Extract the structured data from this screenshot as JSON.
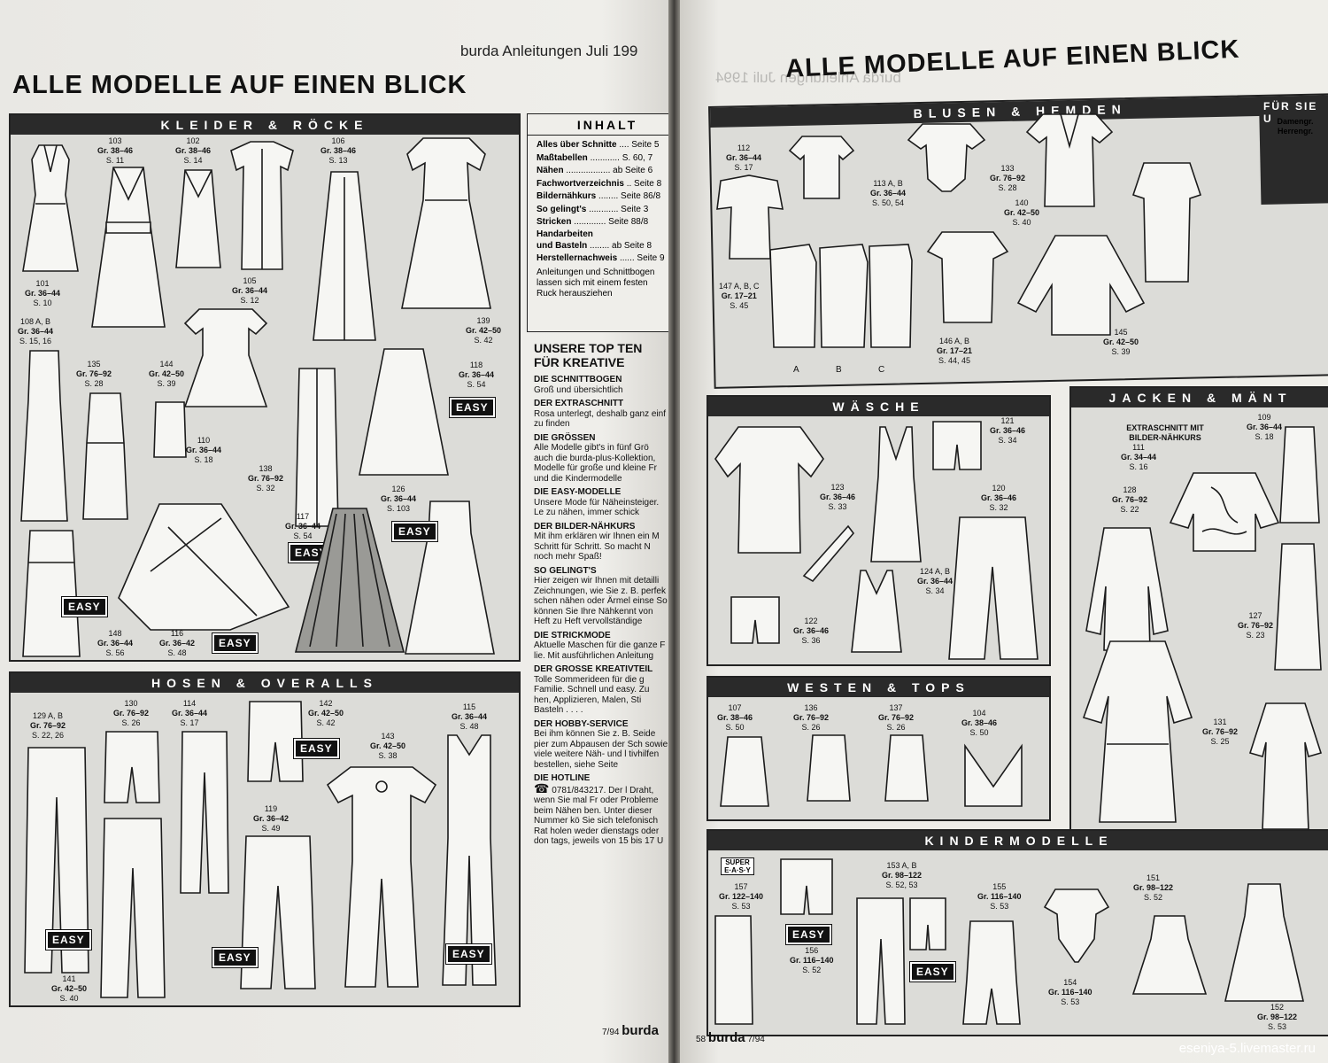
{
  "left_page": {
    "header": "burda Anleitungen Juli 199",
    "title": "ALLE MODELLE AUF EINEN BLICK",
    "sections": {
      "kleider": "KLEIDER & RÖCKE",
      "hosen": "HOSEN & OVERALLS"
    },
    "items": [
      {
        "num": "101",
        "gr": "Gr. 36–44",
        "pg": "S. 10"
      },
      {
        "num": "103",
        "gr": "Gr. 38–46",
        "pg": "S. 11"
      },
      {
        "num": "102",
        "gr": "Gr. 38–46",
        "pg": "S. 14"
      },
      {
        "num": "105",
        "gr": "Gr. 36–44",
        "pg": "S. 12"
      },
      {
        "num": "106",
        "gr": "Gr. 38–46",
        "pg": "S. 13"
      },
      {
        "num": "108 A, B",
        "gr": "Gr. 36–44",
        "pg": "S. 15, 16"
      },
      {
        "num": "135",
        "gr": "Gr. 76–92",
        "pg": "S. 28"
      },
      {
        "num": "144",
        "gr": "Gr. 42–50",
        "pg": "S. 39"
      },
      {
        "num": "110",
        "gr": "Gr. 36–44",
        "pg": "S. 18"
      },
      {
        "num": "138",
        "gr": "Gr. 76–92",
        "pg": "S. 32"
      },
      {
        "num": "139",
        "gr": "Gr. 42–50",
        "pg": "S. 42"
      },
      {
        "num": "118",
        "gr": "Gr. 36–44",
        "pg": "S. 54"
      },
      {
        "num": "117",
        "gr": "Gr. 36–44",
        "pg": "S. 54"
      },
      {
        "num": "126",
        "gr": "Gr. 36–44",
        "pg": "S. 103"
      },
      {
        "num": "148",
        "gr": "Gr. 36–44",
        "pg": "S. 56"
      },
      {
        "num": "116",
        "gr": "Gr. 36–42",
        "pg": "S. 48"
      },
      {
        "num": "129 A, B",
        "gr": "Gr. 76–92",
        "pg": "S. 22, 26"
      },
      {
        "num": "130",
        "gr": "Gr. 76–92",
        "pg": "S. 26"
      },
      {
        "num": "114",
        "gr": "Gr. 36–44",
        "pg": "S. 17"
      },
      {
        "num": "142",
        "gr": "Gr. 42–50",
        "pg": "S. 42"
      },
      {
        "num": "143",
        "gr": "Gr. 42–50",
        "pg": "S. 38"
      },
      {
        "num": "115",
        "gr": "Gr. 36–44",
        "pg": "S. 48"
      },
      {
        "num": "119",
        "gr": "Gr. 36–42",
        "pg": "S. 49"
      },
      {
        "num": "141",
        "gr": "Gr. 42–50",
        "pg": "S. 40"
      }
    ],
    "easy_label": "EASY",
    "inhalt": {
      "title": "INHALT",
      "entries": [
        {
          "label": "Alles über Schnitte",
          "page": ".... Seite 5"
        },
        {
          "label": "Maßtabellen",
          "page": "............ S. 60, 7"
        },
        {
          "label": "Nähen",
          "page": ".................. ab Seite 6"
        },
        {
          "label": "Fachwortverzeichnis",
          "page": ".. Seite 8"
        },
        {
          "label": "Bildernähkurs",
          "page": "........ Seite 86/8"
        },
        {
          "label": "So gelingt's",
          "page": "............ Seite 3"
        },
        {
          "label": "Stricken",
          "page": "............. Seite 88/8"
        },
        {
          "label": "Handarbeiten",
          "page": ""
        },
        {
          "label": "und Basteln",
          "page": "........ ab Seite 8"
        },
        {
          "label": "Herstellernachweis",
          "page": "...... Seite 9"
        }
      ],
      "note": "Anleitungen und Schnittbogen lassen sich mit einem festen Ruck herausziehen"
    },
    "topten": {
      "title": "UNSERE TOP TEN FÜR KREATIVE",
      "entries": [
        {
          "h": "DIE SCHNITTBOGEN",
          "t": "Groß und übersichtlich"
        },
        {
          "h": "DER EXTRASCHNITT",
          "t": "Rosa unterlegt, deshalb ganz einf zu finden"
        },
        {
          "h": "DIE GRÖSSEN",
          "t": "Alle Modelle gibt's in fünf Grö auch die burda-plus-Kollektion, Modelle für große und kleine Fr und die Kindermodelle"
        },
        {
          "h": "DIE EASY-MODELLE",
          "t": "Unsere Mode für Näheinsteiger. Le zu nähen, immer schick"
        },
        {
          "h": "DER BILDER-NÄHKURS",
          "t": "Mit ihm erklären wir Ihnen ein M Schritt für Schritt. So macht N noch mehr Spaß!"
        },
        {
          "h": "SO GELINGT'S",
          "t": "Hier zeigen wir Ihnen mit detailli Zeichnungen, wie Sie z. B. perfek schen nähen oder Ärmel einse So können Sie Ihre Nähkennt von Heft zu Heft vervollständige"
        },
        {
          "h": "DIE STRICKMODE",
          "t": "Aktuelle Maschen für die ganze F lie. Mit ausführlichen Anleitung"
        },
        {
          "h": "DER GROSSE KREATIVTEIL",
          "t": "Tolle Sommerideen für die g Familie. Schnell und easy. Zu hen, Applizieren, Malen, Sti Basteln . . . ."
        },
        {
          "h": "DER HOBBY-SERVICE",
          "t": "Bei ihm können Sie z. B. Seide pier zum Abpausen der Sch sowie viele weitere Näh- und l tivhilfen bestellen, siehe Seite"
        },
        {
          "h": "DIE HOTLINE",
          "t": "0781/843217. Der l Draht, wenn Sie mal Fr oder Probleme beim Nähen ben. Unter dieser Nummer kö Sie sich telefonisch Rat holen weder dienstags oder don tags, jeweils von 15 bis 17 U"
        }
      ]
    },
    "folio": {
      "issue": "7/94",
      "brand": "burda"
    }
  },
  "right_page": {
    "header": "burda Anleitungen Juli 1994",
    "title": "ALLE MODELLE AUF EINEN BLICK",
    "sections": {
      "blusen": "BLUSEN & HEMDEN",
      "fuer_sie": "FÜR SIE U",
      "fuer_sie_sub": "Damengr. Herrengr.",
      "waesche": "WÄSCHE",
      "jacken": "JACKEN & MÄNT",
      "westen": "WESTEN & TOPS",
      "kinder": "KINDERMODELLE"
    },
    "items": [
      {
        "num": "112",
        "gr": "Gr. 36–44",
        "pg": "S. 17"
      },
      {
        "num": "113 A, B",
        "gr": "Gr. 36–44",
        "pg": "S. 50, 54"
      },
      {
        "num": "133",
        "gr": "Gr. 76–92",
        "pg": "S. 28"
      },
      {
        "num": "140",
        "gr": "Gr. 42–50",
        "pg": "S. 40"
      },
      {
        "num": "147 A, B, C",
        "gr": "Gr. 17–21",
        "pg": "S. 45"
      },
      {
        "num": "146 A, B",
        "gr": "Gr. 17–21",
        "pg": "S. 44, 45"
      },
      {
        "num": "145",
        "gr": "Gr. 42–50",
        "pg": "S. 39"
      },
      {
        "num": "121",
        "gr": "Gr. 36–46",
        "pg": "S. 34"
      },
      {
        "num": "123",
        "gr": "Gr. 36–46",
        "pg": "S. 33"
      },
      {
        "num": "120",
        "gr": "Gr. 36–46",
        "pg": "S. 32"
      },
      {
        "num": "124 A, B",
        "gr": "Gr. 36–44",
        "pg": "S. 34"
      },
      {
        "num": "122",
        "gr": "Gr. 36–46",
        "pg": "S. 36"
      },
      {
        "num": "109",
        "gr": "Gr. 36–44",
        "pg": "S. 18"
      },
      {
        "num": "111",
        "gr": "Gr. 34–44",
        "pg": "S. 16"
      },
      {
        "num": "128",
        "gr": "Gr. 76–92",
        "pg": "S. 22"
      },
      {
        "num": "127",
        "gr": "Gr. 76–92",
        "pg": "S. 23"
      },
      {
        "num": "131",
        "gr": "Gr. 76–92",
        "pg": "S. 25"
      },
      {
        "num": "107",
        "gr": "Gr. 38–46",
        "pg": "S. 50"
      },
      {
        "num": "136",
        "gr": "Gr. 76–92",
        "pg": "S. 26"
      },
      {
        "num": "137",
        "gr": "Gr. 76–92",
        "pg": "S. 26"
      },
      {
        "num": "104",
        "gr": "Gr. 38–46",
        "pg": "S. 50"
      },
      {
        "num": "157",
        "gr": "Gr. 122–140",
        "pg": "S. 53"
      },
      {
        "num": "156",
        "gr": "Gr. 116–140",
        "pg": "S. 52"
      },
      {
        "num": "153 A, B",
        "gr": "Gr. 98–122",
        "pg": "S. 52, 53"
      },
      {
        "num": "155",
        "gr": "Gr. 116–140",
        "pg": "S. 53"
      },
      {
        "num": "154",
        "gr": "Gr. 116–140",
        "pg": "S. 53"
      },
      {
        "num": "151",
        "gr": "Gr. 98–122",
        "pg": "S. 52"
      },
      {
        "num": "152",
        "gr": "Gr. 98–122",
        "pg": "S. 53"
      }
    ],
    "extraschnitt": "EXTRASCHNITT MIT BILDER-NÄHKURS",
    "super_easy": "SUPER E·A·S·Y",
    "easy_label": "EASY",
    "variant_labels": {
      "a": "A",
      "b": "B",
      "c": "C"
    },
    "folio": {
      "page": "58",
      "brand": "burda",
      "issue": "7/94"
    }
  },
  "watermark": "eseniya-5.livemaster.ru"
}
